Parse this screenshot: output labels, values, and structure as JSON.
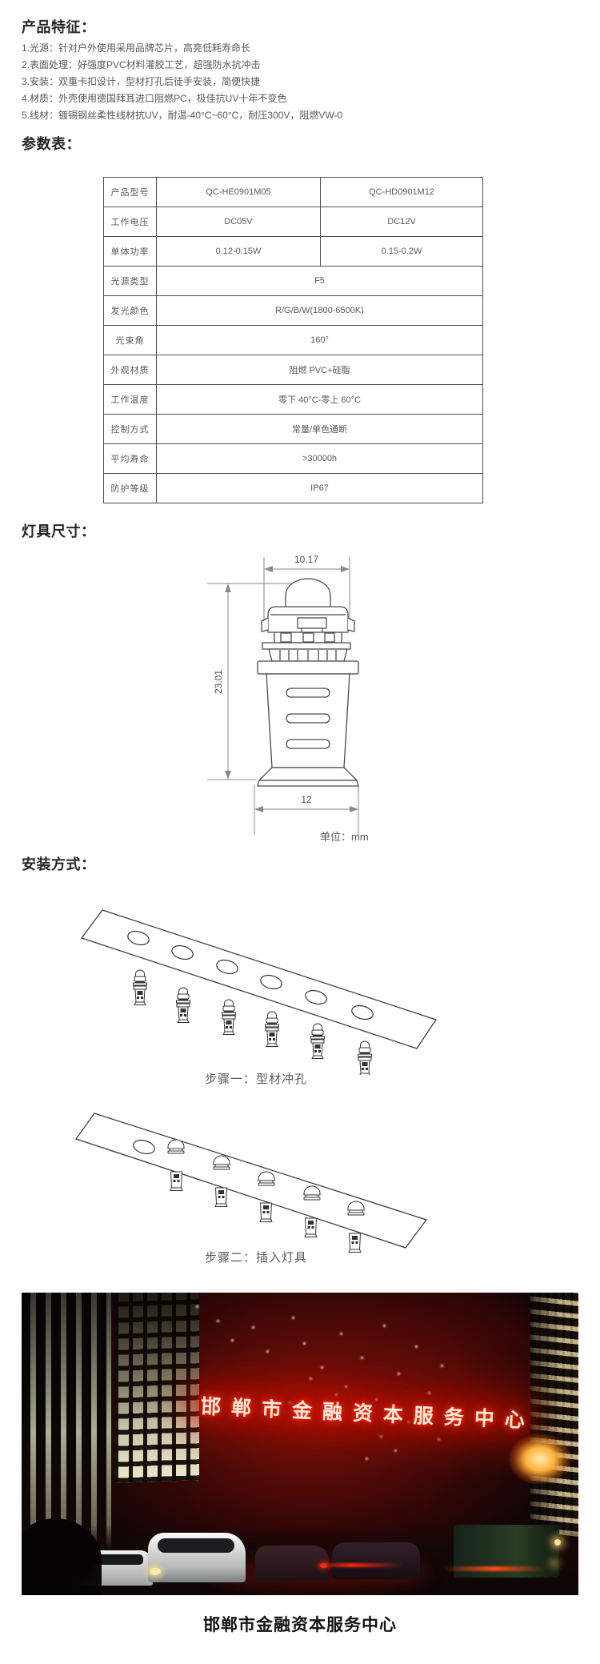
{
  "features": {
    "heading": "产品特征：",
    "items": [
      "1.光源：针对户外使用采用品牌芯片，高亮低耗寿命长",
      "2.表面处理：好强度PVC材料灌胶工艺，超强防水抗冲击",
      "3.安装：双重卡扣设计，型材打孔后徒手安装，简便快捷",
      "4.材质：外壳使用德国拜耳进口阻燃PC，极佳抗UV十年不变色",
      "5.线材：镀锡钢丝柔性线材抗UV，耐温-40°C~60°C，耐压300V，阻燃VW-0"
    ]
  },
  "params": {
    "heading": "参数表：",
    "rows": [
      {
        "label": "产品型号",
        "col1": "QC-HE0901M05",
        "col2": "QC-HD0901M12"
      },
      {
        "label": "工作电压",
        "col1": "DC05V",
        "col2": "DC12V"
      },
      {
        "label": "单体功率",
        "col1": "0.12-0.15W",
        "col2": "0.15-0.2W"
      },
      {
        "label": "光源类型",
        "value": "F5"
      },
      {
        "label": "发光颜色",
        "value": "R/G/B/W(1800-6500K)"
      },
      {
        "label": "光束角",
        "value": "160°"
      },
      {
        "label": "外观材质",
        "value": "阻燃 PVC+硅脂"
      },
      {
        "label": "工作温度",
        "value": "零下 40°C-零上 60°C"
      },
      {
        "label": "控制方式",
        "value": "常量/单色通断"
      },
      {
        "label": "平均寿命",
        "value": ">30000h"
      },
      {
        "label": "防护等级",
        "value": "IP67"
      }
    ]
  },
  "dimensions": {
    "heading": "灯具尺寸：",
    "top_width": "10.17",
    "height": "23.01",
    "base_width": "12",
    "unit_label": "单位：mm"
  },
  "installation": {
    "heading": "安装方式：",
    "step1_caption": "步骤一：型材冲孔",
    "step2_caption": "步骤二：插入灯具"
  },
  "photo": {
    "sign_text": "邯郸市金融资本服务中心"
  },
  "footer": {
    "caption": "邯郸市金融资本服务中心"
  },
  "colors": {
    "sign_red": "#ff2a00",
    "heading_text": "#262626",
    "body_text": "#595959",
    "table_border": "#4d4d4d"
  }
}
